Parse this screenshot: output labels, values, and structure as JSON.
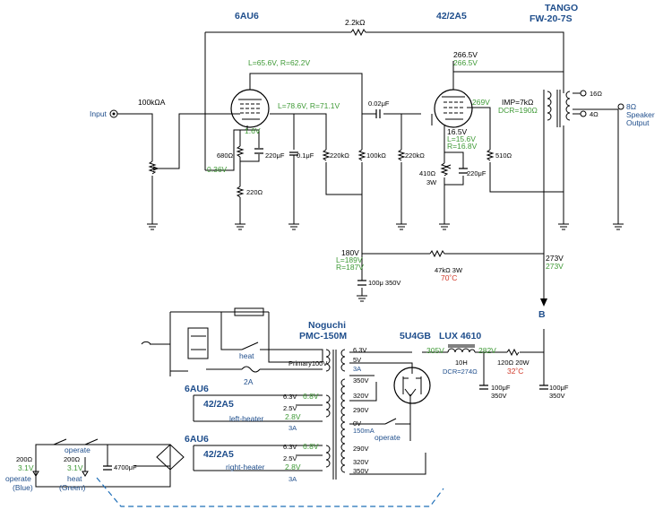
{
  "tubes": {
    "v1": "6AU6",
    "v2": "42/2A5",
    "rect": "5U4GB",
    "lux": "LUX 4610",
    "h1": "6AU6",
    "h2": "42/2A5",
    "h3": "6AU6",
    "h4": "42/2A5"
  },
  "output_tx": {
    "brand": "TANGO",
    "model": "FW-20-7S",
    "imp": "IMP=7kΩ",
    "dcr": "DCR=190Ω",
    "tap16": "16Ω",
    "tap8": "8Ω",
    "tap4": "4Ω",
    "speaker": "Speaker",
    "output": "Output"
  },
  "power_tx": {
    "brand": "Noguchi",
    "model": "PMC-150M",
    "primary": "Primary100V",
    "v63a": "6.3V",
    "v5": "5V",
    "a3a": "3A",
    "v350a": "350V",
    "v320a": "320V",
    "v290a": "290V",
    "v0": "0V",
    "ma150": "150mA",
    "v290b": "290V",
    "v320b": "320V",
    "v350b": "350V",
    "h63": "6.3V",
    "h25": "2.5V",
    "h63b": "6.3V",
    "h25b": "2.5V",
    "h3a": "3A",
    "h3ab": "3A"
  },
  "labels": {
    "input": "Input",
    "pot": "100kΩA",
    "fb": "2.2kΩ",
    "p1": "L=65.6V, R=62.2V",
    "p2": "L=78.6V, R=71.1V",
    "k1": "1.6V",
    "g1": "0.36V",
    "r680": "680Ω",
    "c220a": "220μF",
    "r220": "220Ω",
    "c01": "0.1μF",
    "r220k": "220kΩ",
    "r100k": "100kΩ",
    "c002": "0.02μF",
    "r220k2": "220kΩ",
    "p3a": "266.5V",
    "p3b": "266.5V",
    "g2": "269V",
    "k2": "16.5V",
    "k2l": "L=15.6V",
    "k2r": "R=16.8V",
    "r410": "410Ω",
    "w3": "3W",
    "c220b": "220μF",
    "r510": "510Ω",
    "b180": "180V",
    "b180l": "L=189V",
    "b180r": "R=187V",
    "c100": "100μ 350V",
    "r47k": "47kΩ 3W",
    "t70": "70˚C",
    "b273a": "273V",
    "b273b": "273V",
    "B": "B",
    "v305": "305V",
    "v282": "282V",
    "ch10": "10H",
    "chd": "DCR=274Ω",
    "r120": "120Ω 20W",
    "t32": "32˚C",
    "c100a": "100μF",
    "c100av": "350V",
    "c100b": "100μF",
    "c100bv": "350V",
    "heat": "heat",
    "a2": "2A",
    "operate": "operate",
    "hv68": "6.8V",
    "hv28": "2.8V",
    "hv68b": "6.8V",
    "hv28b": "2.8V",
    "left_heater": "left-heater",
    "right_heater": "right-heater",
    "r200a": "200Ω",
    "v31a": "3.1V",
    "op_blue": "operate",
    "op_blue2": "(Blue)",
    "r200b": "200Ω",
    "v31b": "3.1V",
    "heat_g": "heat",
    "heat_g2": "(Green)",
    "op_sw": "operate",
    "c4700": "4700μF"
  },
  "colors": {
    "blue": "#1f4e8c",
    "green": "#3f9a36",
    "red": "#d03a2a",
    "dash": "#1f6fb8"
  }
}
